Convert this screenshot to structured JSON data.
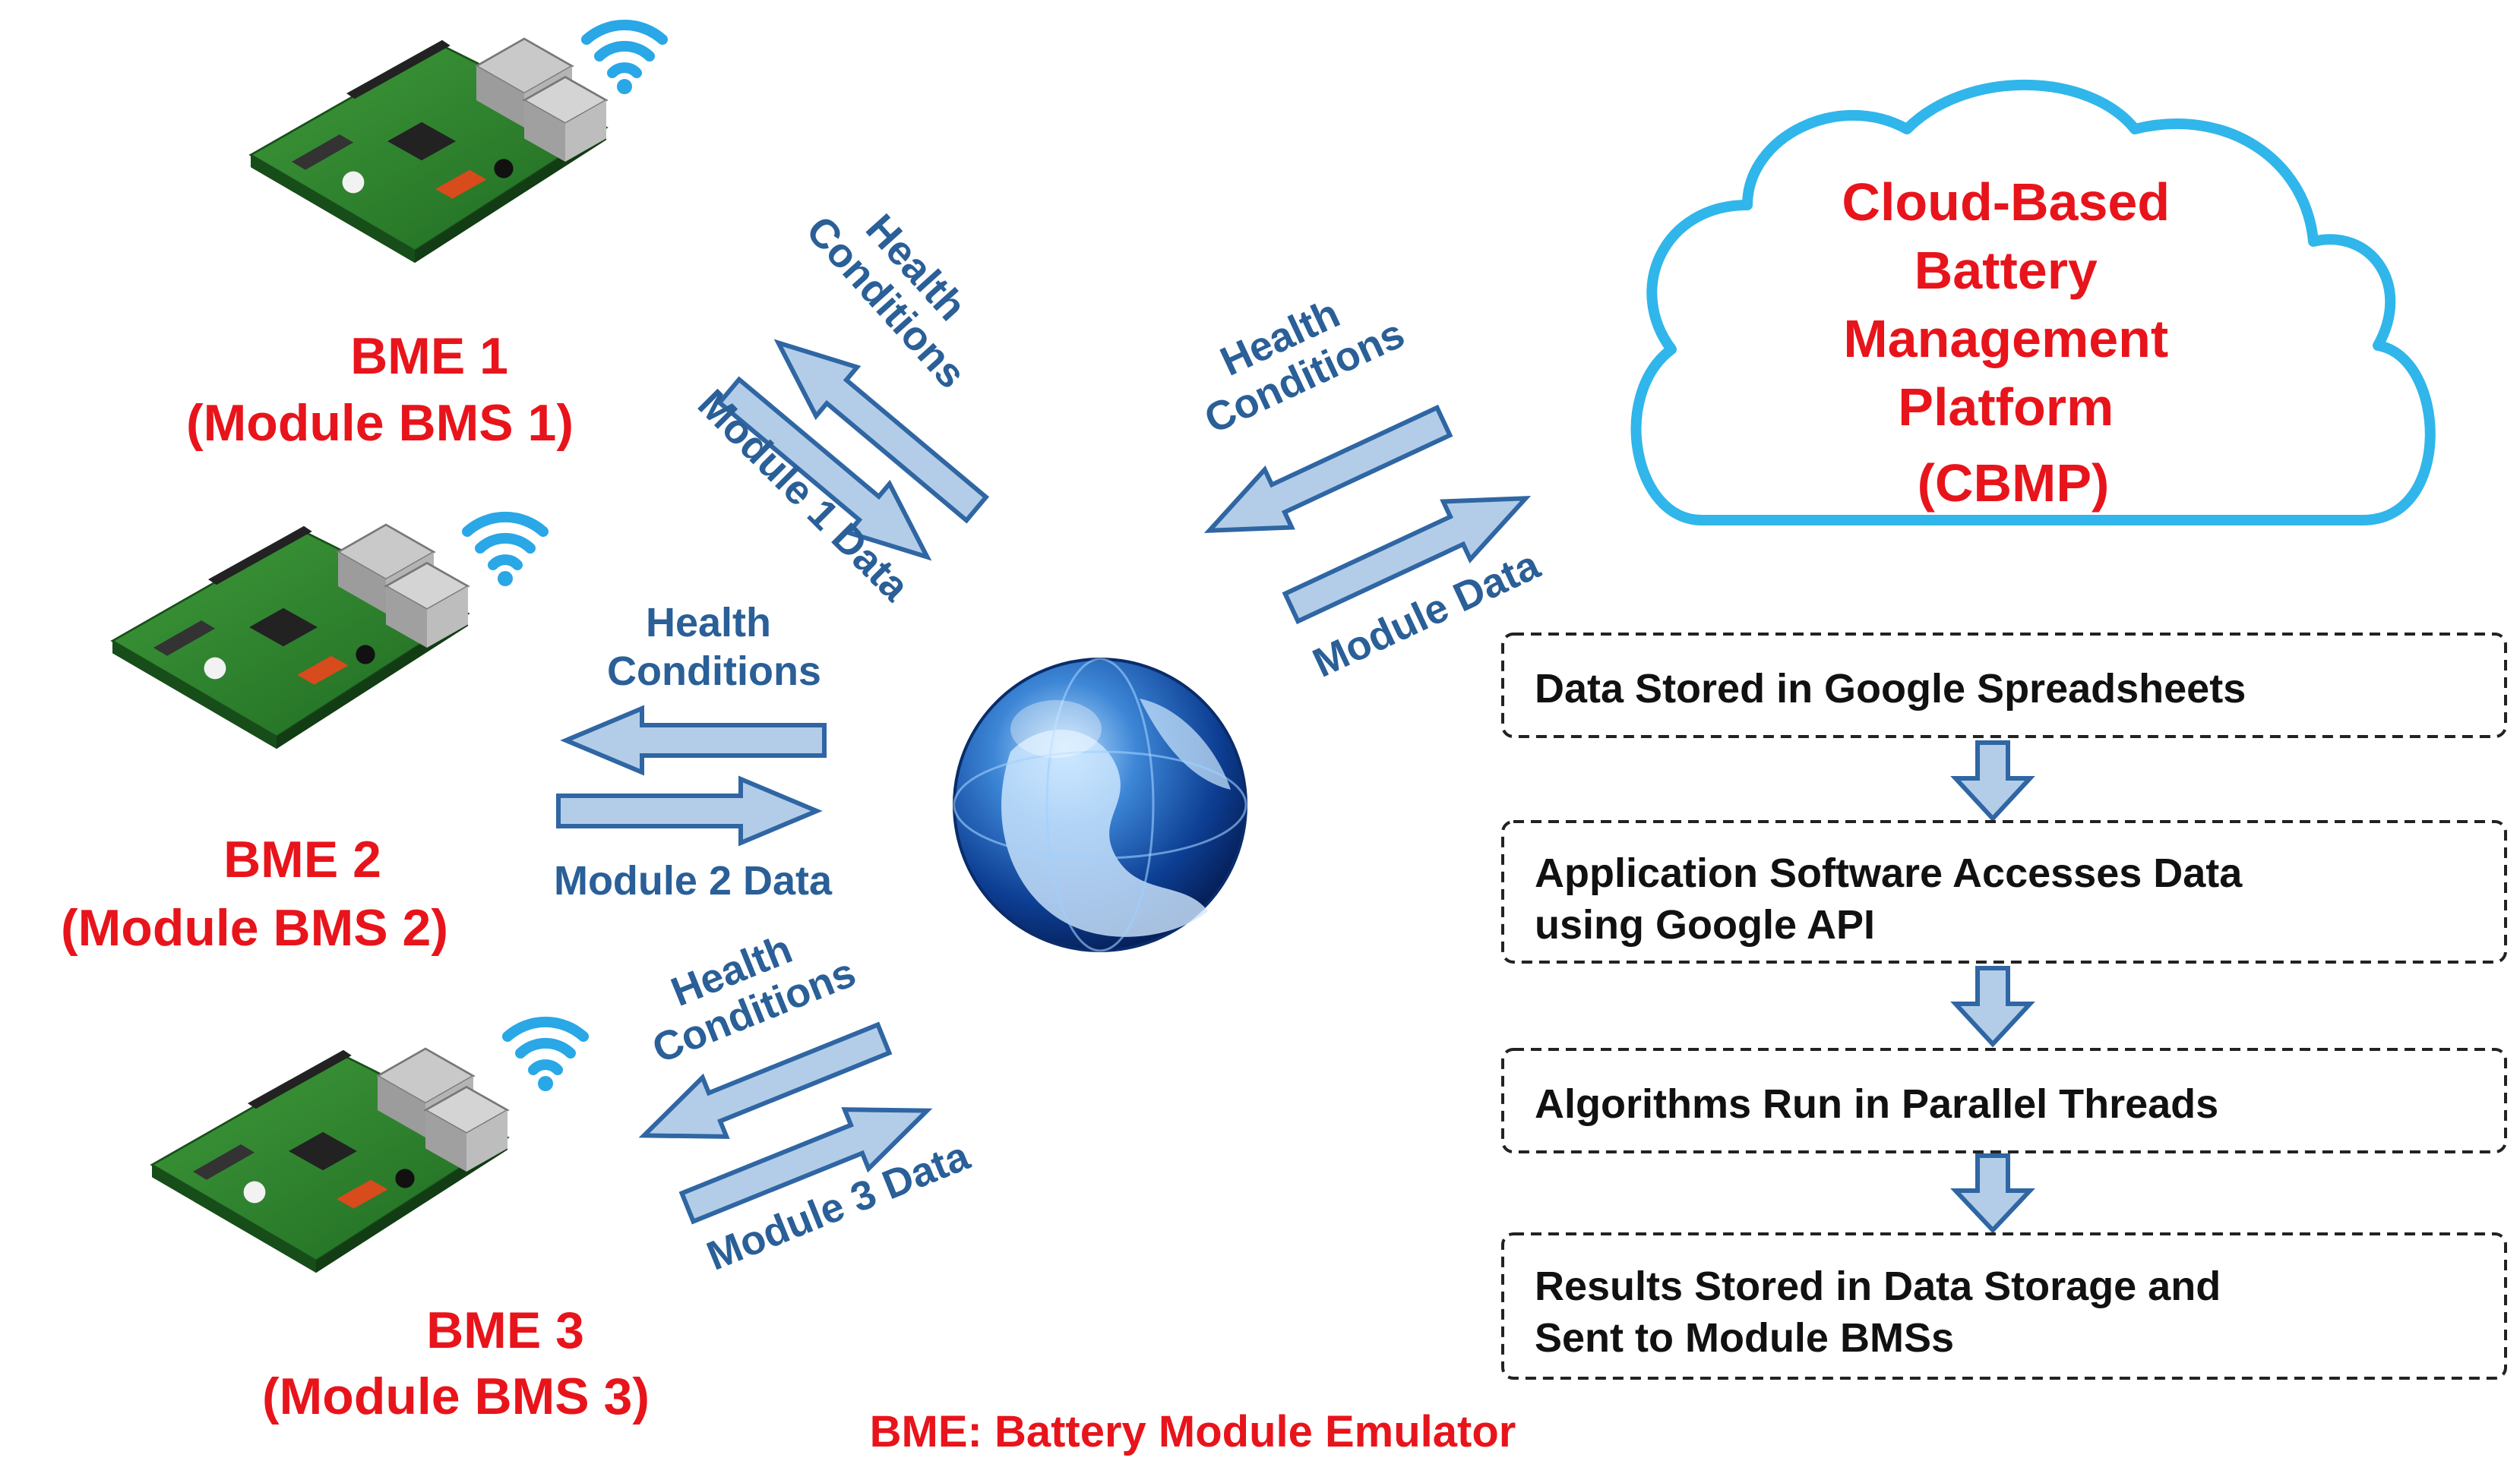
{
  "modules": [
    {
      "name": "BME 1",
      "sub": "(Module BMS 1)",
      "link_up": "Health Conditions",
      "link_down": "Module 1 Data"
    },
    {
      "name": "BME 2",
      "sub": "(Module BMS 2)",
      "link_up": "Health Conditions",
      "link_down": "Module 2 Data"
    },
    {
      "name": "BME 3",
      "sub": "(Module BMS 3)",
      "link_up": "Health Conditions",
      "link_down": "Module 3 Data"
    }
  ],
  "cloud": {
    "lines": [
      "Cloud-Based",
      "Battery",
      "Management",
      "Platform",
      "(CBMP)"
    ],
    "link_up": "Health Conditions",
    "link_down": "Module Data"
  },
  "process_steps": [
    {
      "lines": [
        "Data Stored in Google Spreadsheets"
      ]
    },
    {
      "lines": [
        "Application Software Accesses Data",
        "using Google API"
      ]
    },
    {
      "lines": [
        "Algorithms Run in Parallel Threads"
      ]
    },
    {
      "lines": [
        "Results Stored in Data Storage and",
        "Sent to Module BMSs"
      ]
    }
  ],
  "footer": "BME: Battery Module Emulator",
  "colors": {
    "module_label": "#e8141b",
    "arrow_label": "#2a5f97",
    "arrow_fill": "#b3cde8",
    "arrow_stroke": "#2f66a3",
    "cloud_outline": "#30b6ea"
  }
}
